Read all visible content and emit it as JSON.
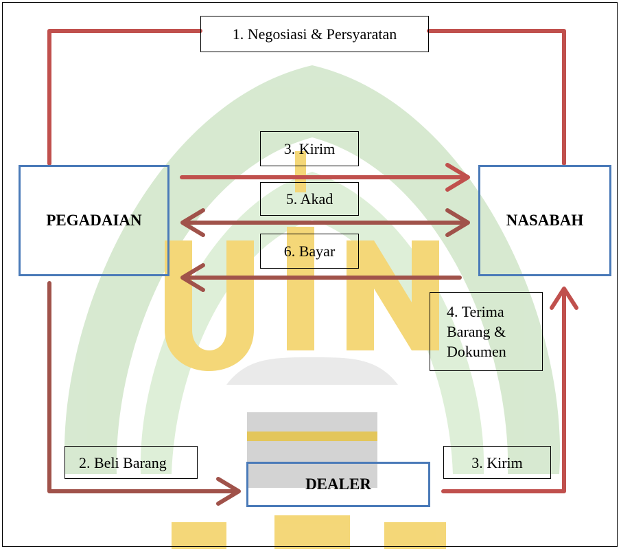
{
  "entities": {
    "pegadaian": "PEGADAIAN",
    "nasabah": "NASABAH",
    "dealer": "DEALER"
  },
  "steps": {
    "negosiasi": "1. Negosiasi & Persyaratan",
    "beli_barang": "2. Beli Barang",
    "kirim_top": "3. Kirim",
    "kirim_bottom": "3. Kirim",
    "terima_lines": [
      "4. Terima",
      "Barang &",
      "Dokumen"
    ],
    "akad": "5. Akad",
    "bayar": "6. Bayar"
  },
  "colors": {
    "arrow": "#c0504d",
    "arrow_dark": "#a0524a",
    "entity_border": "#4a7ab8",
    "watermark_green": "#d3e7cc",
    "watermark_yellow": "#f3d36a",
    "watermark_gray": "#cfcfcf"
  }
}
